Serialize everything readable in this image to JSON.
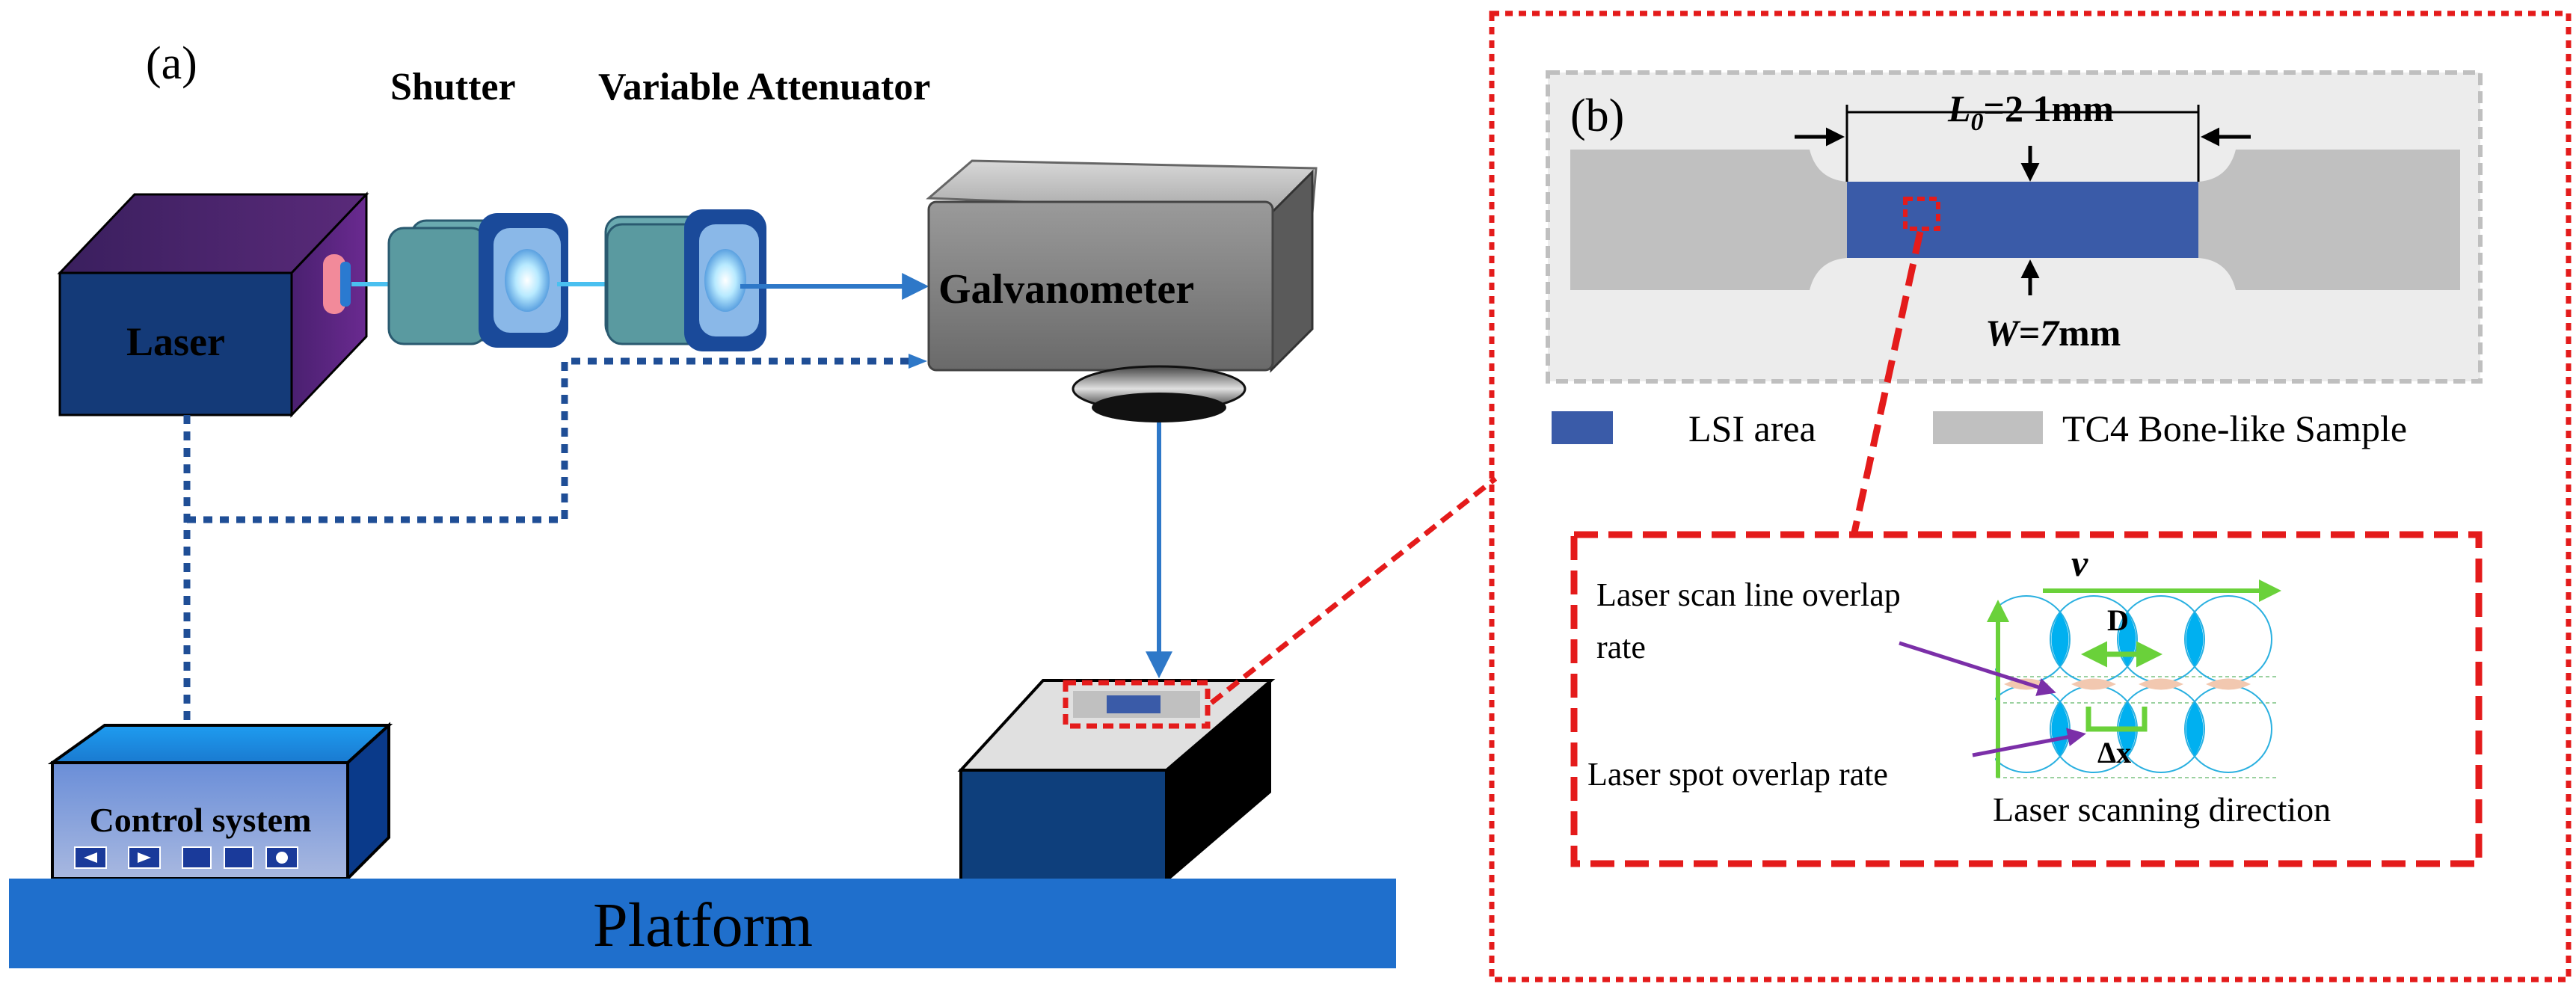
{
  "panel_a": {
    "label": "(a)",
    "shutter_label": "Shutter",
    "attenuator_label": "Variable Attenuator",
    "laser_label": "Laser",
    "galvanometer_label": "Galvanometer",
    "control_label": "Control system",
    "platform_label": "Platform"
  },
  "panel_b": {
    "label": "(b)",
    "length_label": "L",
    "length_sub": "0",
    "length_value": "=2 1mm",
    "width_label": "W=7",
    "width_unit": "mm",
    "legend": [
      {
        "label": "LSI area",
        "color": "#3a5ba8"
      },
      {
        "label": "TC4 Bone-like Sample",
        "color": "#c0c0c0"
      }
    ]
  },
  "inset": {
    "v_label": "v",
    "d_label": "D",
    "dx_label": "Δx",
    "line_overlap_label_1": "Laser scan line overlap",
    "line_overlap_label_2": "rate",
    "spot_overlap_label": "Laser spot overlap rate",
    "direction_label": "Laser scanning direction"
  },
  "colors": {
    "beam": "#2e78c8",
    "dotted": "#1f4e96",
    "red_dash": "#e41b1b",
    "platform": "#1f6fcc",
    "laser_spot": "#00b0f0",
    "green_arrow": "#6ad13a"
  }
}
